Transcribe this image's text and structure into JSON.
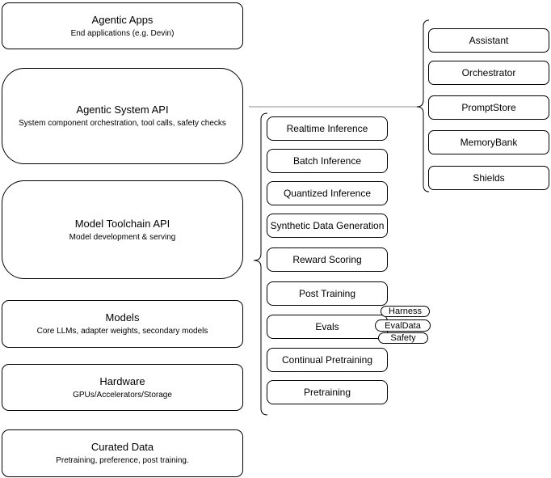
{
  "diagram": {
    "background": "#ffffff",
    "stroke_color": "#000000",
    "connector_color": "#8c8c8c"
  },
  "left_column": {
    "boxes": [
      {
        "title": "Agentic Apps",
        "subtitle": "End applications (e.g. Devin)"
      },
      {
        "title": "Agentic System API",
        "subtitle": "System component orchestration, tool calls, safety checks"
      },
      {
        "title": "Model Toolchain API",
        "subtitle": "Model development & serving"
      },
      {
        "title": "Models",
        "subtitle": "Core LLMs, adapter weights, secondary models"
      },
      {
        "title": "Hardware",
        "subtitle": "GPUs/Accelerators/Storage"
      },
      {
        "title": "Curated Data",
        "subtitle": "Pretraining, preference, post training."
      }
    ]
  },
  "toolchain_components": {
    "items": [
      {
        "label": "Realtime Inference"
      },
      {
        "label": "Batch Inference"
      },
      {
        "label": "Quantized Inference"
      },
      {
        "label": "Synthetic Data Generation"
      },
      {
        "label": "Reward Scoring"
      },
      {
        "label": "Post Training"
      },
      {
        "label": "Evals"
      },
      {
        "label": "Continual Pretraining"
      },
      {
        "label": "Pretraining"
      }
    ],
    "eval_tags": [
      {
        "label": "Harness"
      },
      {
        "label": "EvalData"
      },
      {
        "label": "Safety"
      }
    ]
  },
  "system_components": {
    "items": [
      {
        "label": "Assistant"
      },
      {
        "label": "Orchestrator"
      },
      {
        "label": "PromptStore"
      },
      {
        "label": "MemoryBank"
      },
      {
        "label": "Shields"
      }
    ]
  }
}
